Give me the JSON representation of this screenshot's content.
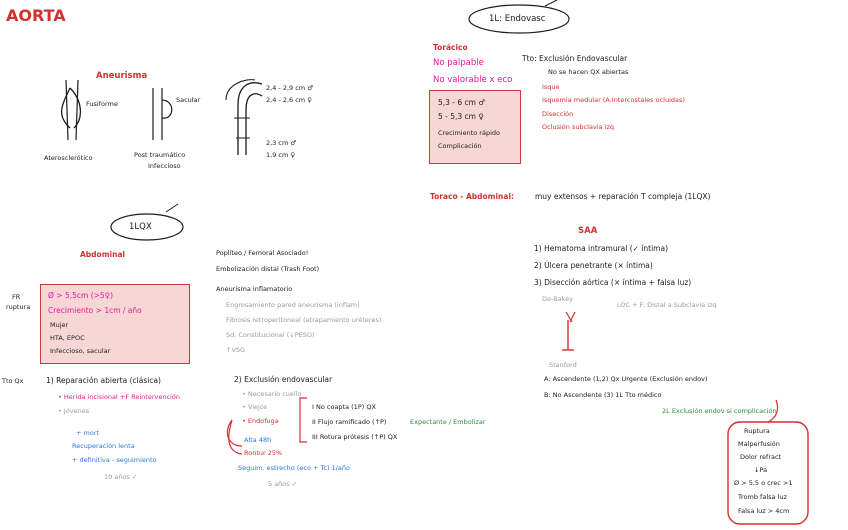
{
  "title": "AORTA",
  "top": {
    "endovasc": "1L: Endovasc"
  },
  "aneurisma": {
    "heading": "Aneurisma",
    "fusiforme": "Fusiforme",
    "sacular": "Sacular",
    "ateros": "Aterosclerótico",
    "post1": "Post traumático",
    "post2": "Infeccioso",
    "m1": "2,4 - 2,9 cm ♂",
    "m2": "2,4 - 2,6 cm ♀",
    "m3": "2,3 cm ♂",
    "m4": "1,9 cm ♀"
  },
  "toracico": {
    "heading": "Torácico",
    "np": "No palpable",
    "nv": "No valorable x eco",
    "b1": "5,3 - 6 cm ♂",
    "b2": "5 - 5,3 cm ♀",
    "b3": "Crecimiento rápido",
    "b4": "Complicación",
    "tto": "Tto: Exclusión Endovascular",
    "tto2": "No se hacen QX abiertas",
    "items": [
      "Isque",
      "Isquemia medular (A.Intercostales ocluidas)",
      "Disección",
      "Oclusión subclavia izq"
    ],
    "ta": "Toraco - Abdominal:",
    "ta2": "muy extensos + reparación T compleja (1LQX)"
  },
  "abdominal": {
    "circle": "1LQX",
    "heading": "Abdominal",
    "fr1": "FR",
    "fr2": "ruptura",
    "b1": "Ø > 5,5cm (>5♀)",
    "b2": "Crecimiento > 1cm / año",
    "b3": "Mujer",
    "b4": "HTA, EPOC",
    "b5": "Infeccioso, sacular",
    "ttq": "Tto Qx",
    "rep": "1) Reparación abierta (clásica)",
    "inc": "• Herida incisional +F Reintervención",
    "jov": "• Jóvenes",
    "mort": "+ mort",
    "recup": "Recuperación lenta",
    "def": "+ definitiva - seguimiento",
    "anos": "10 años ✓"
  },
  "popliteo": {
    "p1": "Poplíteo / Femoral Asociado!",
    "p2": "Embolización distal (Trash Foot)",
    "ai": "Aneurisma inflamatorio",
    "items": [
      "Engrosamiento pared aneurisma (inflam)",
      "Fibrosis retroperitoneal (atrapamiento uréteres)",
      "Sd. Constitucional (↓PESO)",
      "↑VSG"
    ]
  },
  "endo": {
    "h": "2) Exclusión endovascular",
    "n1": "• Necesario cuello",
    "n2": "• Viejos",
    "n3": "• Endofuga",
    "i1": "I No coapta (1P) QX",
    "i2": "II Flujo ramificado (↑P)",
    "i2b": "Expectante / Embolizar",
    "i3": "III Rotura prótesis (↑P) QX",
    "alta": "Alta 48h",
    "rontur": "Rontur 25%",
    "seg": "Seguim. estrecho (eco + Tc) 1/año",
    "anos": "5 años ✓"
  },
  "saa": {
    "h": "SAA",
    "i1": "1) Hematoma intramural (✓ íntima)",
    "i2": "2) Úlcera penetrante (× íntima)",
    "i3": "3) Disección aórtica (× íntima + falsa luz)",
    "deb": "De-Bakey",
    "loc": "LOC + F: Distal a Subclavia izq",
    "stan": "Stanford",
    "a": "A: Ascendente (1,2) Qx Urgente (Exclusión endov)",
    "b": "B: No Ascendente (3) 1L Tto médico",
    "b2": "2L Exclusión endov si complicación",
    "c": [
      "Ruptura",
      "Malperfusión",
      "Dolor refract",
      "↓Pa",
      "Ø > 5,5 o crec >1",
      "Tromb falsa luz",
      "Falsa luz > 4cm"
    ]
  }
}
